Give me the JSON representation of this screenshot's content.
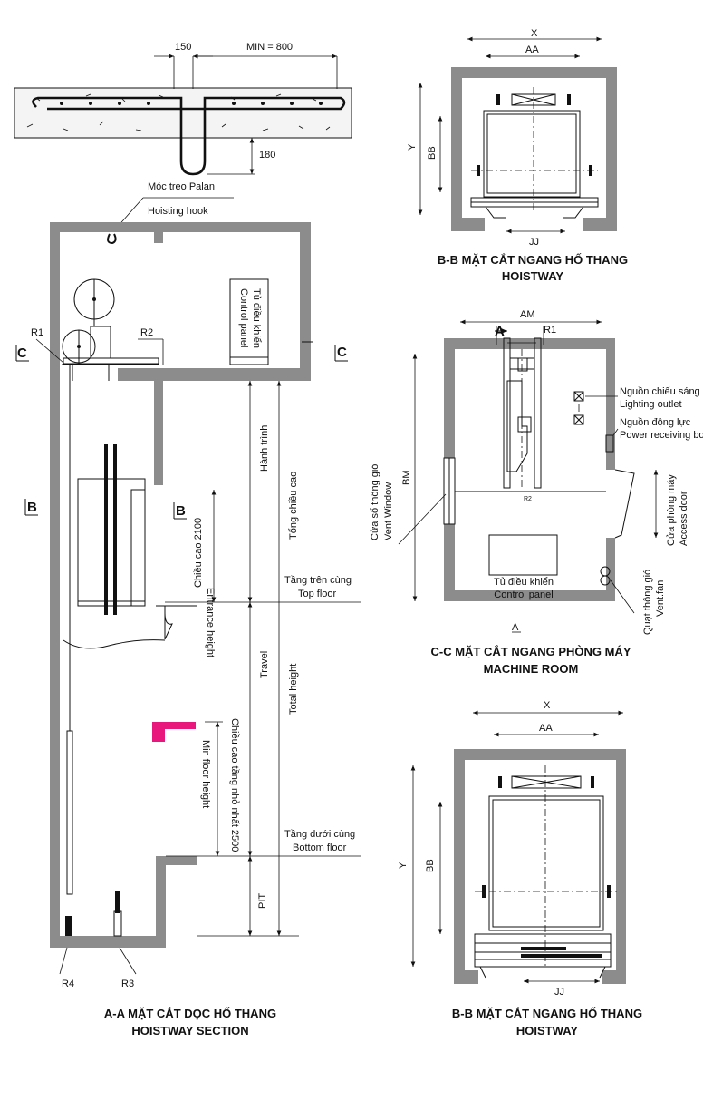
{
  "slab": {
    "dim_150": "150",
    "dim_min": "MIN = 800",
    "dim_180": "180"
  },
  "hook": {
    "label_vi": "Móc treo Palan",
    "label_en": "Hoisting hook"
  },
  "section_aa": {
    "r1": "R1",
    "r2": "R2",
    "r3": "R3",
    "r4": "R4",
    "cut_c": "C",
    "cut_b": "B",
    "control_panel_vi": "Tủ điều khiển",
    "control_panel_en": "Control panel",
    "travel_vi": "Hành trình",
    "travel_en": "Travel",
    "total_vi": "Tổng chiều cao",
    "total_en": "Total height",
    "entrance_vi": "Chiều cao 2100",
    "entrance_en": "Entrance height",
    "top_floor_vi": "Tầng trên cùng",
    "top_floor_en": "Top floor",
    "min_floor_vi": "Chiều cao tầng nhỏ nhất 2500",
    "min_floor_en": "Min floor height",
    "bottom_floor_vi": "Tầng dưới cùng",
    "bottom_floor_en": "Bottom floor",
    "pit": "PIT",
    "title_vi": "A-A MẶT CẮT DỌC HỐ THANG",
    "title_en": "HOISTWAY SECTION",
    "marker_color": "#e8177d"
  },
  "plan_bb_top": {
    "x": "X",
    "aa": "AA",
    "y": "Y",
    "bb": "BB",
    "jj": "JJ",
    "title_vi": "B-B MẶT CẮT NGANG HỐ THANG",
    "title_en": "HOISTWAY"
  },
  "plan_cc": {
    "am": "AM",
    "bm": "BM",
    "a": "A",
    "r1": "R1",
    "r2": "R2",
    "lighting_vi": "Nguồn chiếu sáng",
    "lighting_en": "Lighting outlet",
    "power_vi": "Nguồn động lực",
    "power_en": "Power receiving box",
    "vent_window_vi": "Cửa sổ thông gió",
    "vent_window_en": "Vent Window",
    "access_door_vi": "Cửa phòng máy",
    "access_door_en": "Access door",
    "control_panel_vi": "Tủ điều khiển",
    "control_panel_en": "Control panel",
    "vent_fan_vi": "Quạt thông gió",
    "vent_fan_en": "Vent.fan",
    "title_vi": "C-C MẶT CẮT NGANG PHÒNG MÁY",
    "title_en": "MACHINE ROOM"
  },
  "plan_bb_bottom": {
    "x": "X",
    "aa": "AA",
    "y": "Y",
    "bb": "BB",
    "jj": "JJ",
    "title_vi": "B-B MẶT CẮT NGANG HỐ THANG",
    "title_en": "HOISTWAY"
  }
}
